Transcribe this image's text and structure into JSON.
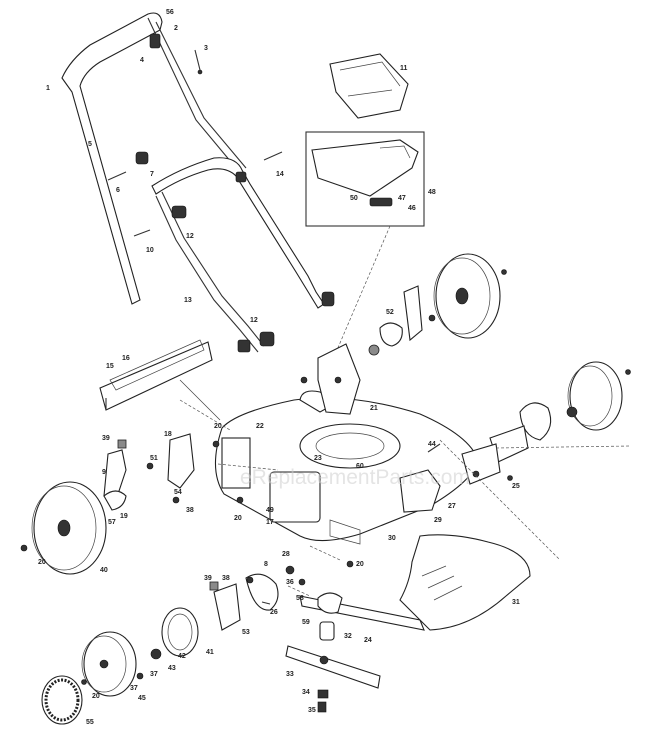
{
  "watermark": "eReplacementParts.com",
  "labels": {
    "p1": "1",
    "p2": "2",
    "p3": "3",
    "p4": "4",
    "p5": "5",
    "p6": "6",
    "p7": "7",
    "p9": "9",
    "p10": "10",
    "p11": "11",
    "p12a": "12",
    "p12b": "12",
    "p13": "13",
    "p14": "14",
    "p15": "15",
    "p16": "16",
    "p17": "17",
    "p18": "18",
    "p19": "19",
    "p20a": "20",
    "p20b": "20",
    "p20c": "20",
    "p20d": "20",
    "p20e": "20",
    "p21": "21",
    "p22": "22",
    "p23": "23",
    "p24": "24",
    "p25": "25",
    "p26": "26",
    "p27": "27",
    "p28": "28",
    "p29": "29",
    "p30": "30",
    "p31": "31",
    "p32": "32",
    "p33": "33",
    "p34": "34",
    "p35": "35",
    "p36": "36",
    "p37a": "37",
    "p37b": "37",
    "p38a": "38",
    "p38b": "38",
    "p39a": "39",
    "p39b": "39",
    "p40": "40",
    "p41": "41",
    "p42": "42",
    "p43": "43",
    "p44": "44",
    "p45": "45",
    "p46": "46",
    "p47": "47",
    "p48": "48",
    "p49": "49",
    "p50": "50",
    "p51": "51",
    "p52": "52",
    "p53": "53",
    "p54": "54",
    "p55": "55",
    "p56": "56",
    "p57": "57",
    "p58": "58",
    "p59": "59",
    "p8": "8",
    "p60": "60"
  }
}
